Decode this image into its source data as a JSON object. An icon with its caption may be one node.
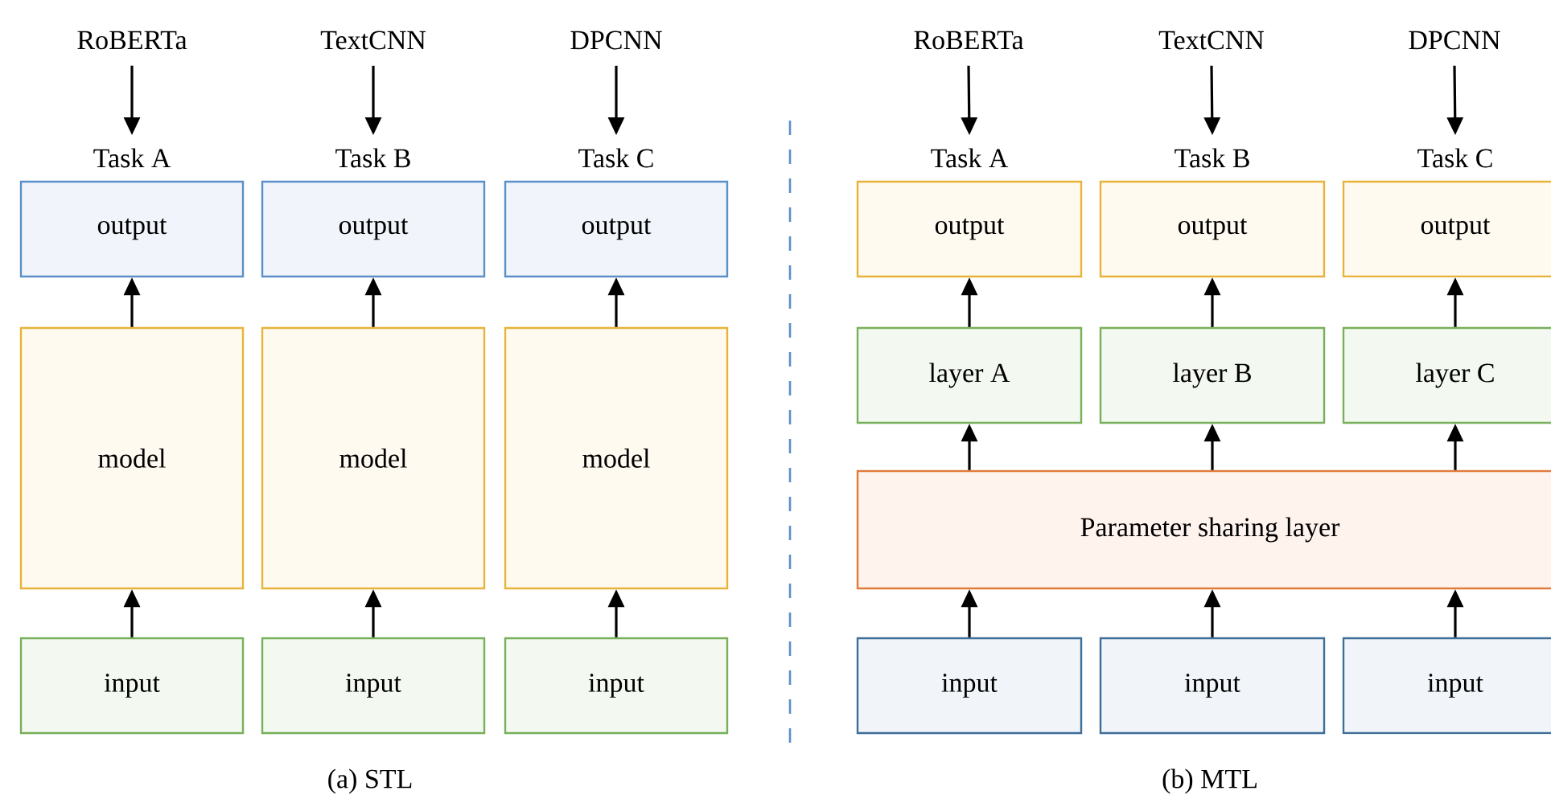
{
  "diagram": {
    "nodes": [
      {
        "text": [
          "RoBERTa"
        ]
      },
      {
        "text": [
          "TextCNN"
        ]
      },
      {
        "text": [
          "DPCNN"
        ]
      },
      {
        "text": [
          "Task A",
          "output"
        ]
      },
      {
        "text": [
          "Task B",
          "output"
        ]
      },
      {
        "text": [
          "Task C",
          "output"
        ]
      },
      {
        "text": [
          "model"
        ]
      },
      {
        "text": [
          "model"
        ]
      },
      {
        "text": [
          "model"
        ]
      },
      {
        "text": [
          "input"
        ]
      },
      {
        "text": [
          "input"
        ]
      },
      {
        "text": [
          "input"
        ]
      },
      {
        "text": [
          "RoBERTa"
        ]
      },
      {
        "text": [
          "TextCNN"
        ]
      },
      {
        "text": [
          "DPCNN"
        ]
      },
      {
        "text": [
          "Task A",
          "output"
        ]
      },
      {
        "text": [
          "Task B",
          "output"
        ]
      },
      {
        "text": [
          "Task C",
          "output"
        ]
      },
      {
        "text": [
          "layer A"
        ]
      },
      {
        "text": [
          "layer B"
        ]
      },
      {
        "text": [
          "layer C"
        ]
      },
      {
        "text": [
          "Parameter sharing layer"
        ]
      },
      {
        "text": [
          "input"
        ]
      },
      {
        "text": [
          "input"
        ]
      },
      {
        "text": [
          "input"
        ]
      }
    ],
    "edges": [
      {
        "from": 0,
        "to": 3,
        "arrow": "to"
      },
      {
        "from": 1,
        "to": 4,
        "arrow": "to"
      },
      {
        "from": 2,
        "to": 5,
        "arrow": "to"
      },
      {
        "from": 6,
        "to": 3,
        "arrow": "to"
      },
      {
        "from": 7,
        "to": 4,
        "arrow": "to"
      },
      {
        "from": 8,
        "to": 5,
        "arrow": "to"
      },
      {
        "from": 9,
        "to": 6,
        "arrow": "to"
      },
      {
        "from": 10,
        "to": 7,
        "arrow": "to"
      },
      {
        "from": 11,
        "to": 8,
        "arrow": "to"
      },
      {
        "from": 12,
        "to": 15,
        "arrow": "to"
      },
      {
        "from": 13,
        "to": 16,
        "arrow": "to"
      },
      {
        "from": 14,
        "to": 17,
        "arrow": "to"
      },
      {
        "from": 18,
        "to": 15,
        "arrow": "to"
      },
      {
        "from": 19,
        "to": 16,
        "arrow": "to"
      },
      {
        "from": 20,
        "to": 17,
        "arrow": "to"
      },
      {
        "from": 21,
        "to": 18,
        "arrow": "to"
      },
      {
        "from": 21,
        "to": 19,
        "arrow": "to"
      },
      {
        "from": 21,
        "to": 20,
        "arrow": "to"
      },
      {
        "from": 22,
        "to": 21,
        "arrow": "to"
      },
      {
        "from": 23,
        "to": 21,
        "arrow": "to"
      },
      {
        "from": 24,
        "to": 21,
        "arrow": "to"
      }
    ],
    "labels": [
      "(a) STL",
      "(b) MTL"
    ]
  }
}
